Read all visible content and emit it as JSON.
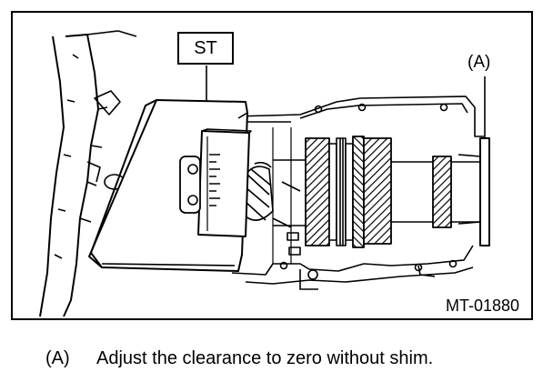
{
  "figure": {
    "tool_label": "ST",
    "callout_label": "(A)",
    "figure_id": "MT-01880"
  },
  "caption": {
    "marker": "(A)",
    "text": "Adjust the clearance to zero without shim."
  }
}
